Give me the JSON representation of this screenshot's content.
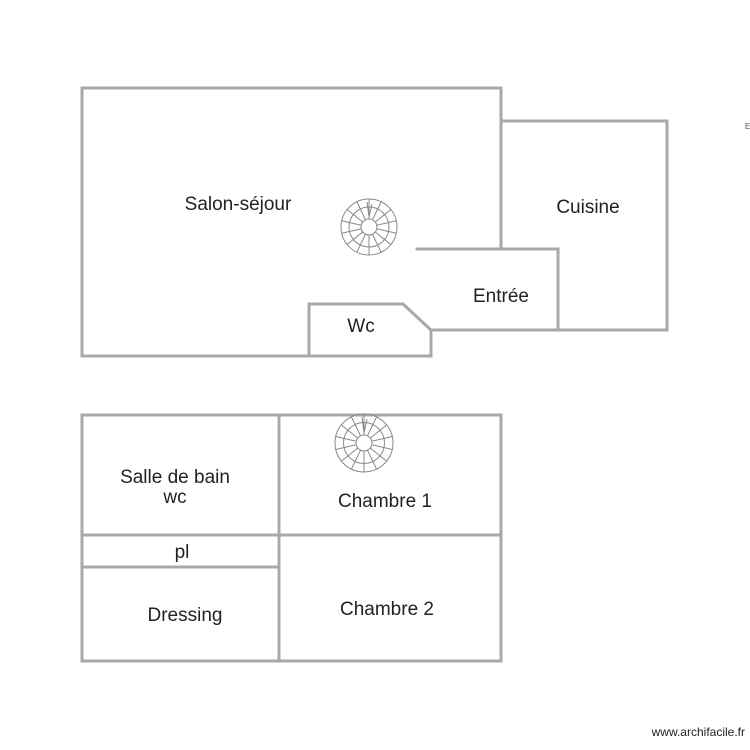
{
  "rooms": {
    "salon": "Salon-séjour",
    "cuisine": "Cuisine",
    "entree": "Entrée",
    "wc_ground": "Wc",
    "salle_de_bain": "Salle de bain",
    "salle_de_bain_wc": "wc",
    "placard": "pl",
    "dressing": "Dressing",
    "chambre1": "Chambre 1",
    "chambre2": "Chambre 2"
  },
  "watermark": "www.archifacile.fr",
  "edge_mark": "E",
  "colors": {
    "wall": "#a8a8a8",
    "text": "#222222",
    "stair": "#888888",
    "background": "#ffffff"
  },
  "icons": {
    "staircase": "spiral-staircase-icon"
  }
}
